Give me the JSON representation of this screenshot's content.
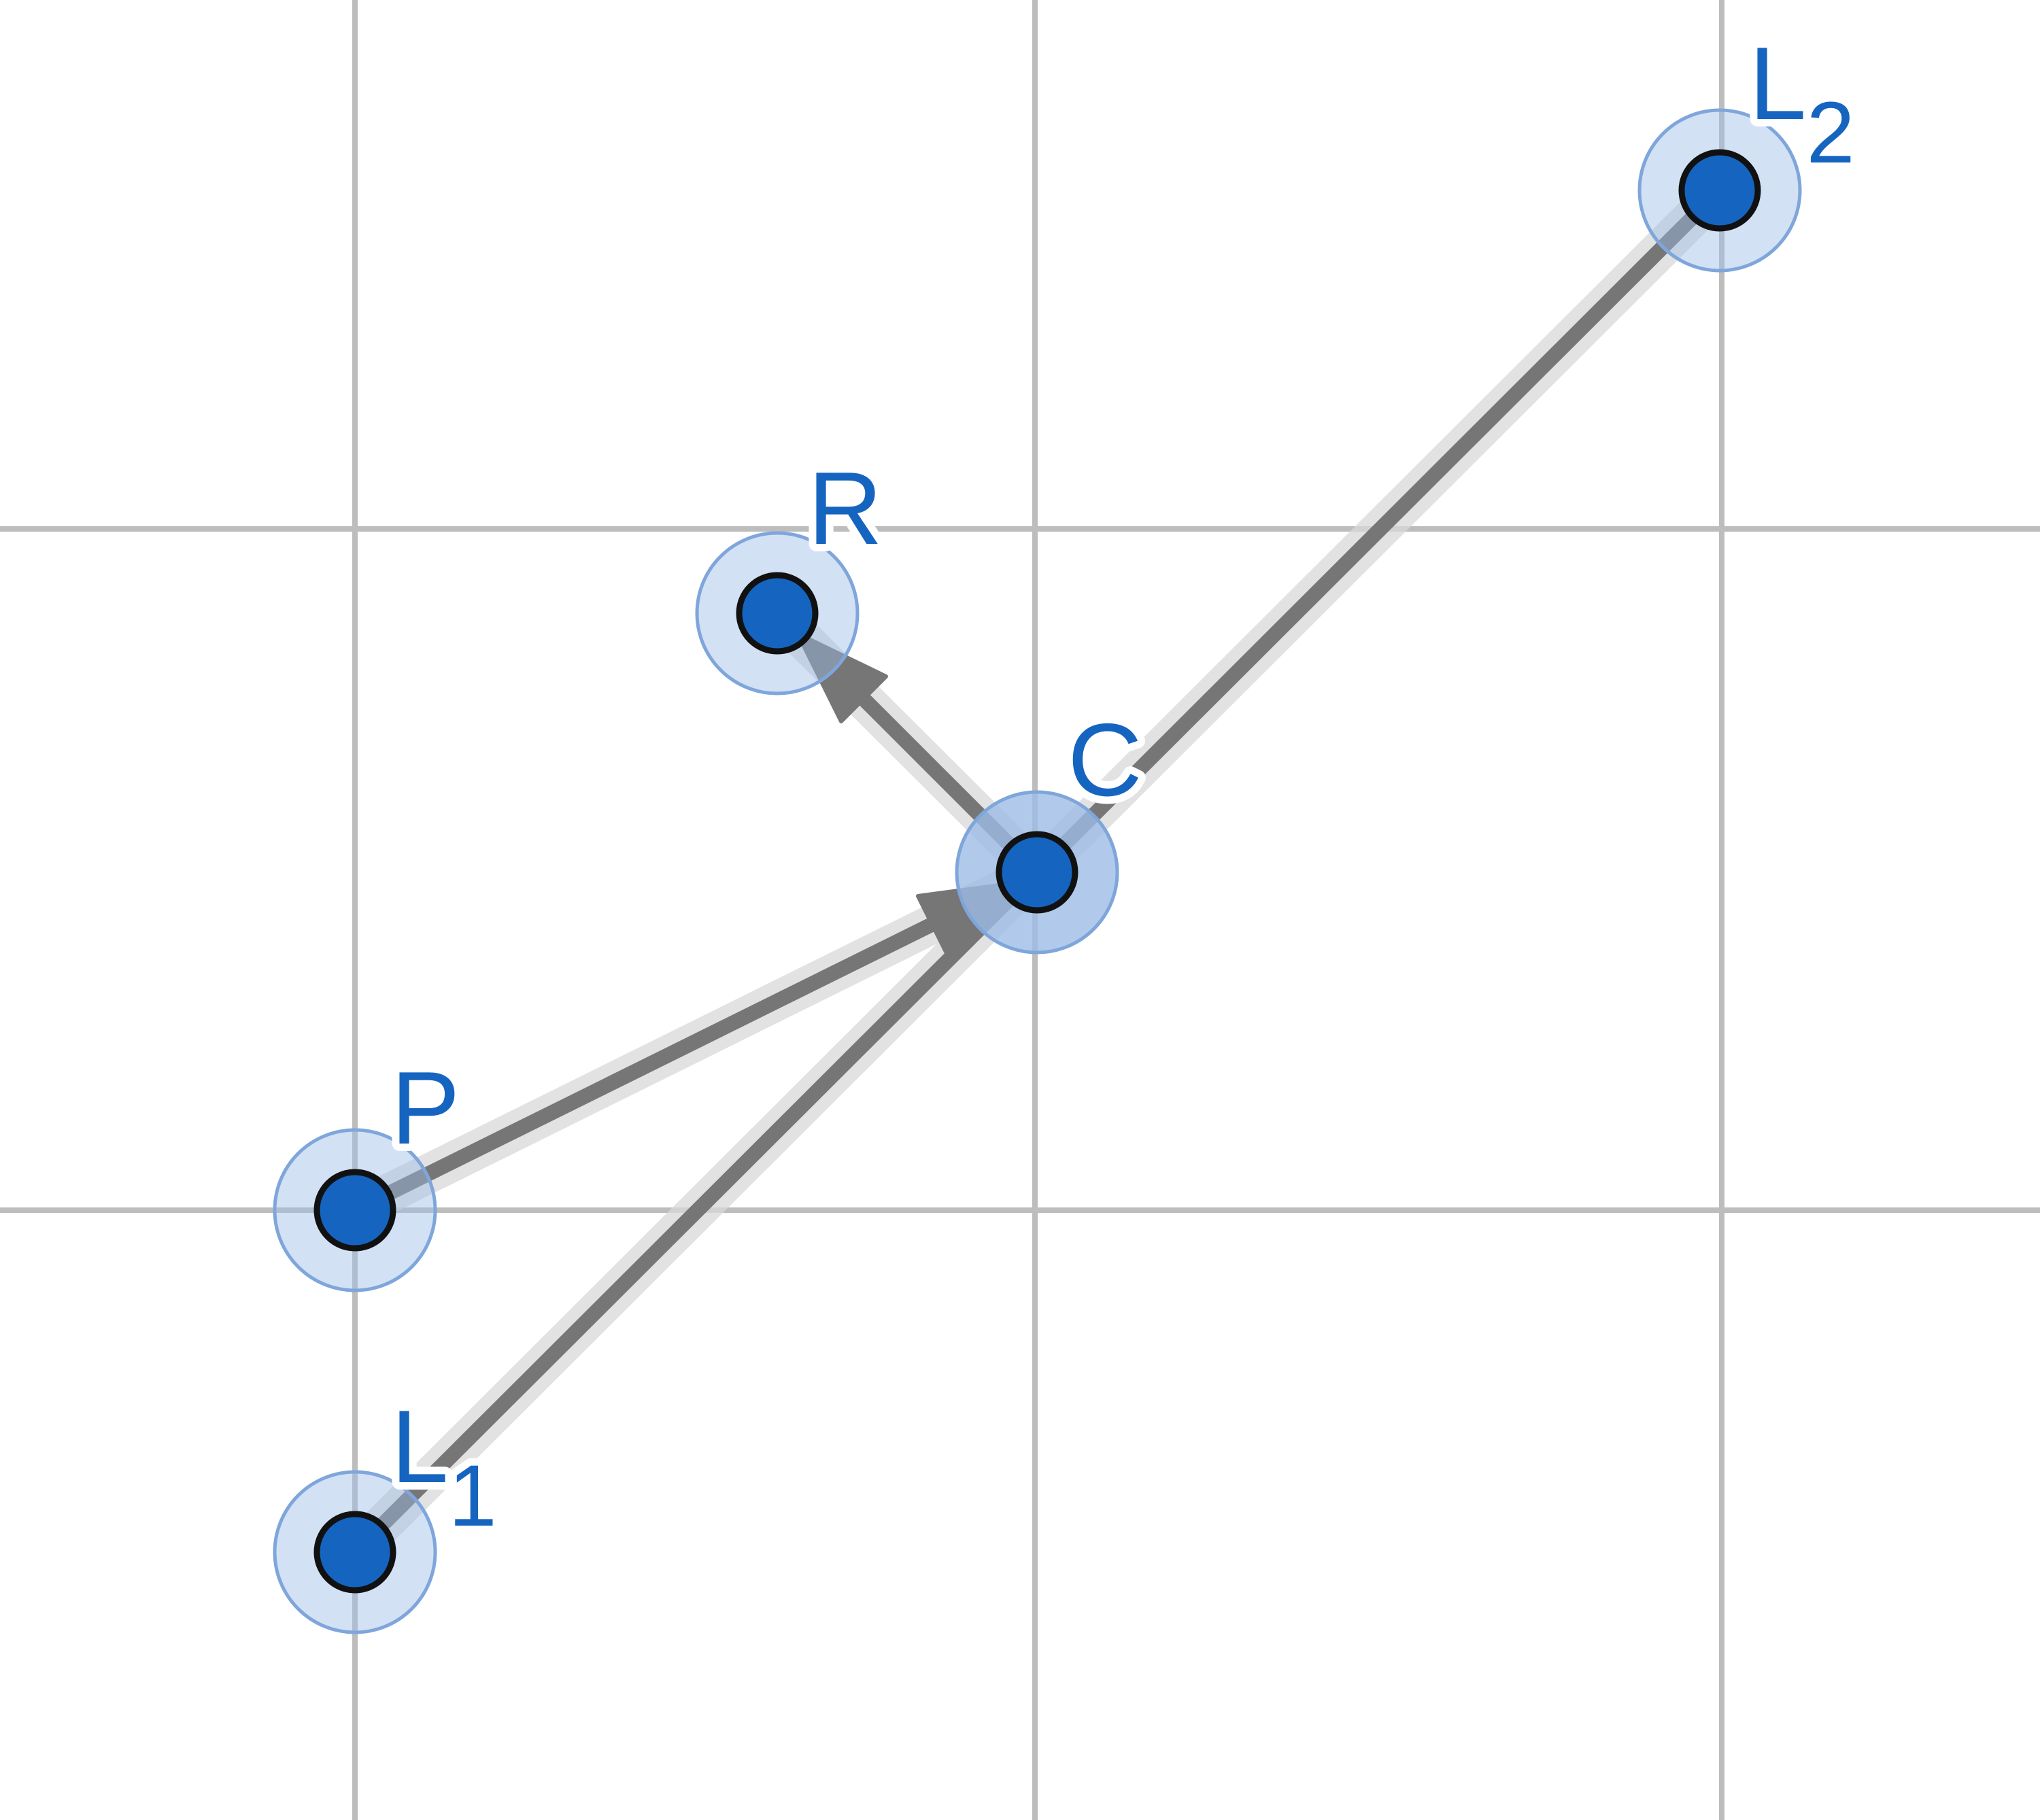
{
  "colors": {
    "background": "#ffffff",
    "grid": "#bdbdbd",
    "segment": "#767676",
    "segment_halo": "#d9d9d9",
    "point_fill": "#1565c0",
    "point_halo": "#9ebde6",
    "point_outline": "#111111",
    "label": "#1565c0"
  },
  "points": [
    {
      "id": "L1",
      "letter": "L",
      "subscript": "1"
    },
    {
      "id": "P",
      "letter": "P",
      "subscript": ""
    },
    {
      "id": "C",
      "letter": "C",
      "subscript": ""
    },
    {
      "id": "R",
      "letter": "R",
      "subscript": ""
    },
    {
      "id": "L2",
      "letter": "L",
      "subscript": "2"
    }
  ],
  "segments": [
    {
      "from": "L1",
      "to": "L2",
      "arrow": false
    },
    {
      "from": "P",
      "to": "C",
      "arrow": true
    },
    {
      "from": "C",
      "to": "R",
      "arrow": true
    }
  ]
}
